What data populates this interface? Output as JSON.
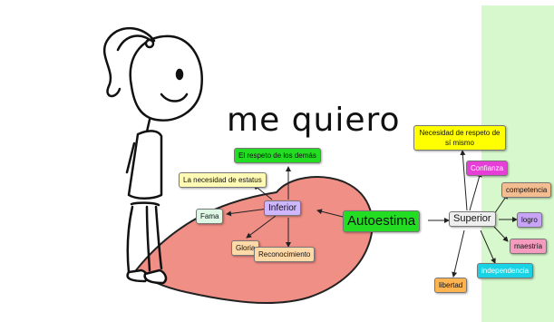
{
  "title": "me quiero",
  "colors": {
    "panel": "#d7f8cc",
    "heart": "#f08f86",
    "green": "#22dd22",
    "yellow": "#ffff00",
    "light_yellow": "#fffbb5",
    "mint": "#dff8e6",
    "lavender": "#cfb7ff",
    "peach": "#ffd9a8",
    "orange": "#ffb450",
    "magenta": "#e63ed6",
    "tan": "#f4bd91",
    "violet": "#c7a4f7",
    "pink": "#f59bbd",
    "cyan": "#17d3e5"
  },
  "nodes": {
    "respeto_demas": "El respeto de los demás",
    "necesidad_estatus": "La necesidad de estatus",
    "fama": "Fama",
    "inferior": "Inferior",
    "gloria": "Gloria",
    "reconocimiento": "Reconocimiento",
    "autoestima": "Autoestima",
    "necesidad_respeto": "Necesidad de respeto de sí mismo",
    "confianza": "Confianza",
    "competencia": "competencia",
    "superior": "Superior",
    "logro": "logro",
    "maestria": "maestría",
    "independencia": "independencia",
    "libertad": "libertad"
  },
  "icons": [
    "stick-girl-drawing",
    "heart-shape"
  ]
}
